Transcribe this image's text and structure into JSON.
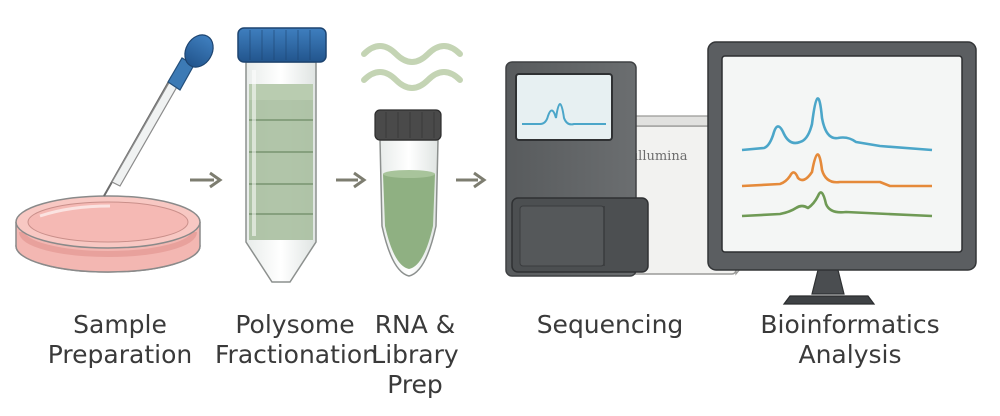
{
  "steps": [
    {
      "line1": "Sample",
      "line2": "Preparation"
    },
    {
      "line1": "Polysome",
      "line2": "Fractionation"
    },
    {
      "line1": "RNA &",
      "line2": "Library",
      "line3": "Prep"
    },
    {
      "line1": "Sequencing"
    },
    {
      "line1": "Bioinformatics",
      "line2": "Analysis"
    }
  ],
  "sequencer_brand": "illumina",
  "colors": {
    "dish_media": "#f0b2ad",
    "tube_cap": "#2f6aa8",
    "fraction_fill": "#a9bfa0",
    "small_cap": "#4a4a4a",
    "rna_wave": "#c4d4b4",
    "trace_blue": "#4ba6c9",
    "trace_orange": "#e58a3a",
    "trace_green": "#6f9a55",
    "arrow": "#7d7d70"
  },
  "icons": [
    "petri-dish-icon",
    "pipette-icon",
    "conical-tube-icon",
    "microtube-icon",
    "rna-wave-icon",
    "sequencer-icon",
    "monitor-icon"
  ]
}
